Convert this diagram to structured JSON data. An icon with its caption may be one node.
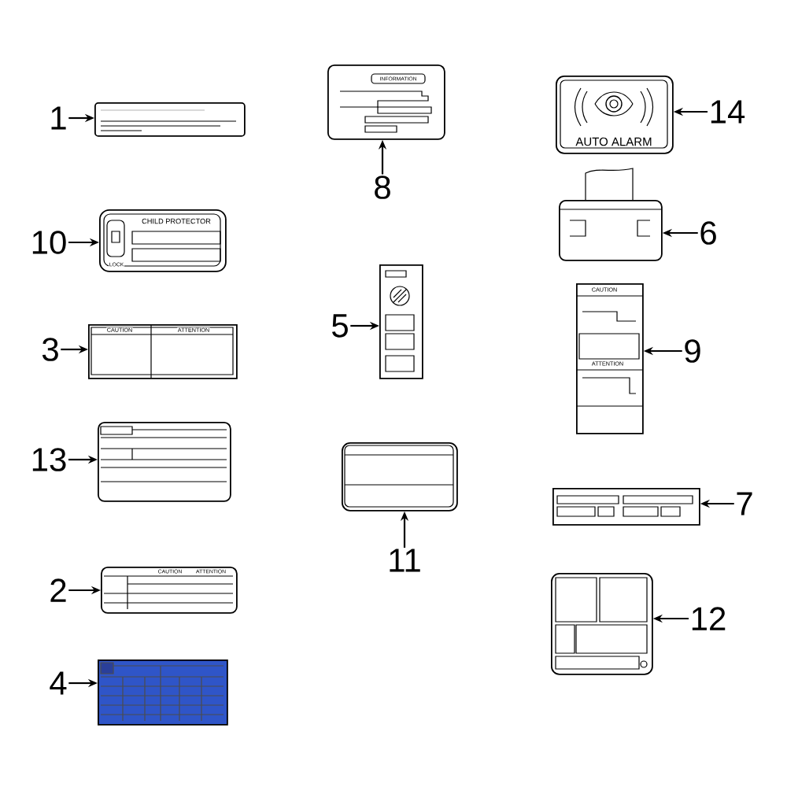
{
  "diagram": {
    "nodes": [
      {
        "text": [
          "1"
        ]
      },
      {
        "text": [],
        "shape": "box"
      },
      {
        "text": [
          "8"
        ]
      },
      {
        "text": [
          "INFORMATION"
        ]
      },
      {
        "text": [
          "14"
        ]
      },
      {
        "text": [
          "AUTO ALARM"
        ]
      },
      {
        "text": [
          "10"
        ]
      },
      {
        "text": [
          "CHILD PROTECTOR",
          "LOCK"
        ]
      },
      {
        "text": [
          "6"
        ]
      },
      {
        "text": [],
        "shape": "box"
      },
      {
        "text": [
          "5"
        ]
      },
      {
        "text": [],
        "shape": "box"
      },
      {
        "text": [
          "9"
        ]
      },
      {
        "text": [
          "CAUTION",
          "ATTENTION"
        ]
      },
      {
        "text": [
          "3"
        ]
      },
      {
        "text": [
          "CAUTION",
          "ATTENTION"
        ]
      },
      {
        "text": [
          "13"
        ]
      },
      {
        "text": [],
        "shape": "box"
      },
      {
        "text": [
          "7"
        ]
      },
      {
        "text": [],
        "shape": "box"
      },
      {
        "text": [
          "11"
        ]
      },
      {
        "text": [],
        "shape": "box"
      },
      {
        "text": [
          "12"
        ]
      },
      {
        "text": [],
        "shape": "box"
      },
      {
        "text": [
          "2"
        ]
      },
      {
        "text": [
          "CAUTION",
          "ATTENTION"
        ]
      },
      {
        "text": [
          "4"
        ]
      },
      {
        "text": [],
        "shape": "box"
      }
    ],
    "edges": [
      {
        "from": 0,
        "to": 1,
        "arrow": "to"
      },
      {
        "from": 2,
        "to": 3,
        "arrow": "to"
      },
      {
        "from": 4,
        "to": 5,
        "arrow": "to"
      },
      {
        "from": 6,
        "to": 7,
        "arrow": "to"
      },
      {
        "from": 8,
        "to": 9,
        "arrow": "to"
      },
      {
        "from": 10,
        "to": 11,
        "arrow": "to"
      },
      {
        "from": 12,
        "to": 13,
        "arrow": "to"
      },
      {
        "from": 14,
        "to": 15,
        "arrow": "to"
      },
      {
        "from": 16,
        "to": 17,
        "arrow": "to"
      },
      {
        "from": 18,
        "to": 19,
        "arrow": "to"
      },
      {
        "from": 20,
        "to": 21,
        "arrow": "to"
      },
      {
        "from": 22,
        "to": 23,
        "arrow": "to"
      },
      {
        "from": 24,
        "to": 25,
        "arrow": "to"
      },
      {
        "from": 26,
        "to": 27,
        "arrow": "to"
      }
    ]
  }
}
